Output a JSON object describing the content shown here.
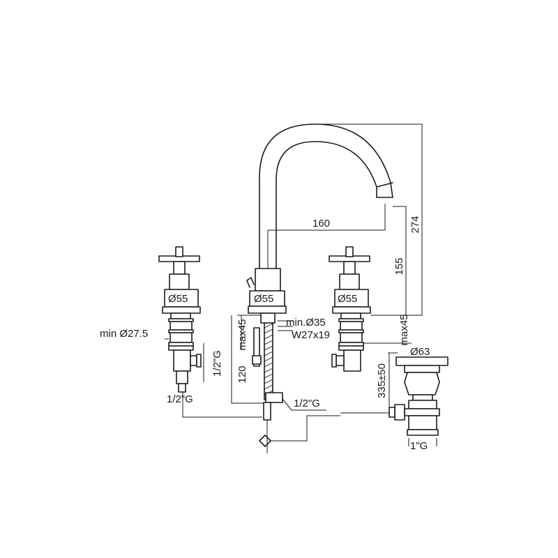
{
  "labels": {
    "spout_reach": "160",
    "total_height": "274",
    "spout_height": "155",
    "left_handle_diameter": "Ø55",
    "center_body_diameter": "Ø55",
    "right_handle_diameter": "Ø55",
    "min_hole_diameter": "min Ø27.5",
    "min_center_hole": "min.Ø35",
    "thread_spec": "W27x19",
    "max_thickness_left": "max45",
    "max_thickness_right": "max45",
    "left_connection": "1/2\"G",
    "left_supply_connection": "1/2\"G",
    "center_supply_connection": "1/2\"G",
    "shank_length": "120",
    "drain_diameter": "Ø63",
    "drain_length": "335±50",
    "drain_connection": "1\"G"
  }
}
